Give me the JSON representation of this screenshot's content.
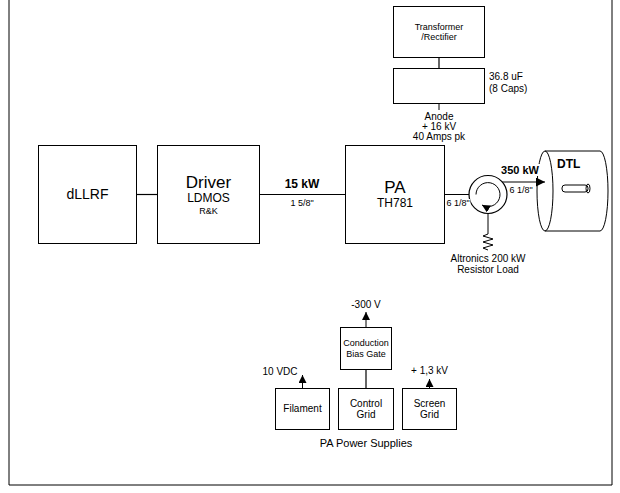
{
  "diagram": {
    "nodes": [
      {
        "text": [
          "Transformer /Rectifier"
        ]
      },
      {
        "text": [
          "36.8 uF (8 Caps)"
        ]
      },
      {
        "text": [
          "dLLRF"
        ]
      },
      {
        "text": [
          "Driver",
          "LDMOS",
          "R&K"
        ]
      },
      {
        "text": [
          "PA",
          "TH781"
        ]
      },
      {
        "text": [
          "DTL"
        ]
      },
      {
        "text": [
          "Conduction Bias Gate"
        ]
      },
      {
        "text": [
          "Filament"
        ]
      },
      {
        "text": [
          "Control Grid"
        ]
      },
      {
        "text": [
          "Screen Grid"
        ]
      }
    ],
    "edges": [
      {
        "from": 2,
        "to": 3,
        "arrow": "none"
      },
      {
        "from": 3,
        "to": 4,
        "label": "15 kW",
        "arrow": "none"
      },
      {
        "from": 4,
        "to": 5,
        "label": "350 kW",
        "arrow": "to"
      },
      {
        "from": 0,
        "to": 1,
        "arrow": "none"
      },
      {
        "from": 8,
        "to": 6,
        "arrow": "none"
      }
    ],
    "labels": [
      "Anode",
      "+ 16 kV",
      "40 Amps pk",
      "1 5/8\"",
      "6 1/8\"",
      "6 1/8\"",
      "Altronics 200 kW",
      "Resistor Load",
      "-300 V",
      "10 VDC",
      "+ 1,3 kV",
      "PA Power Supplies"
    ]
  }
}
